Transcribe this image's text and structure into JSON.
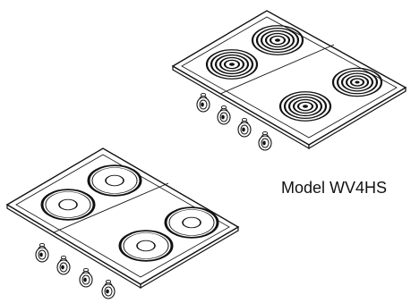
{
  "caption": {
    "model_text": "Model WV4HS"
  },
  "illustrations": [
    {
      "name": "coil-cooktop",
      "element_style": "coil",
      "burner_count": 4,
      "knob_count": 4
    },
    {
      "name": "solid-disk-cooktop",
      "element_style": "solid-disk",
      "burner_count": 4,
      "knob_count": 4
    }
  ]
}
